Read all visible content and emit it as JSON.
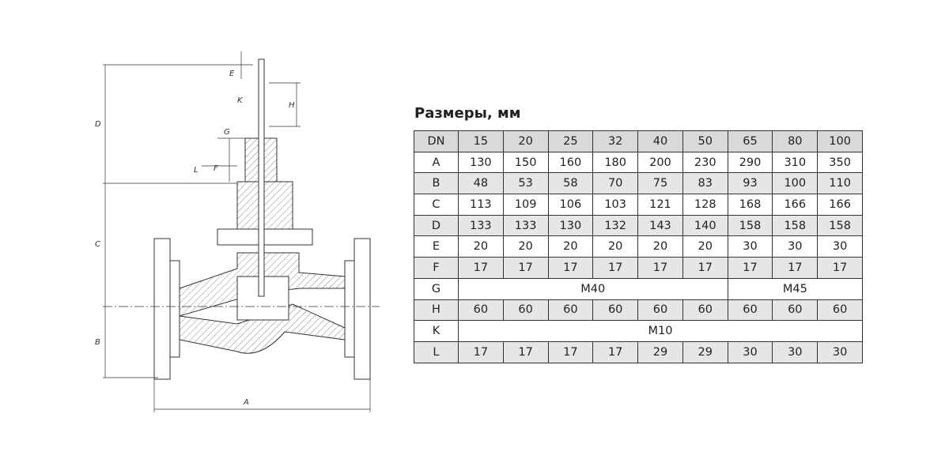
{
  "drawing": {
    "labels": {
      "A": "A",
      "B": "B",
      "C": "C",
      "D": "D",
      "E": "E",
      "F": "F",
      "G": "G",
      "H": "H",
      "K": "K",
      "L": "L"
    }
  },
  "title": "Размеры, мм",
  "table": {
    "header": [
      "DN",
      "15",
      "20",
      "25",
      "32",
      "40",
      "50",
      "65",
      "80",
      "100"
    ],
    "rows": [
      [
        "A",
        "130",
        "150",
        "160",
        "180",
        "200",
        "230",
        "290",
        "310",
        "350"
      ],
      [
        "B",
        "48",
        "53",
        "58",
        "70",
        "75",
        "83",
        "93",
        "100",
        "110"
      ],
      [
        "C",
        "113",
        "109",
        "106",
        "103",
        "121",
        "128",
        "168",
        "166",
        "166"
      ],
      [
        "D",
        "133",
        "133",
        "130",
        "132",
        "143",
        "140",
        "158",
        "158",
        "158"
      ],
      [
        "E",
        "20",
        "20",
        "20",
        "20",
        "20",
        "20",
        "30",
        "30",
        "30"
      ],
      [
        "F",
        "17",
        "17",
        "17",
        "17",
        "17",
        "17",
        "17",
        "17",
        "17"
      ],
      [
        "G",
        "M40",
        "M45"
      ],
      [
        "H",
        "60",
        "60",
        "60",
        "60",
        "60",
        "60",
        "60",
        "60",
        "60"
      ],
      [
        "K",
        "M10"
      ],
      [
        "L",
        "17",
        "17",
        "17",
        "17",
        "29",
        "29",
        "30",
        "30",
        "30"
      ]
    ]
  }
}
